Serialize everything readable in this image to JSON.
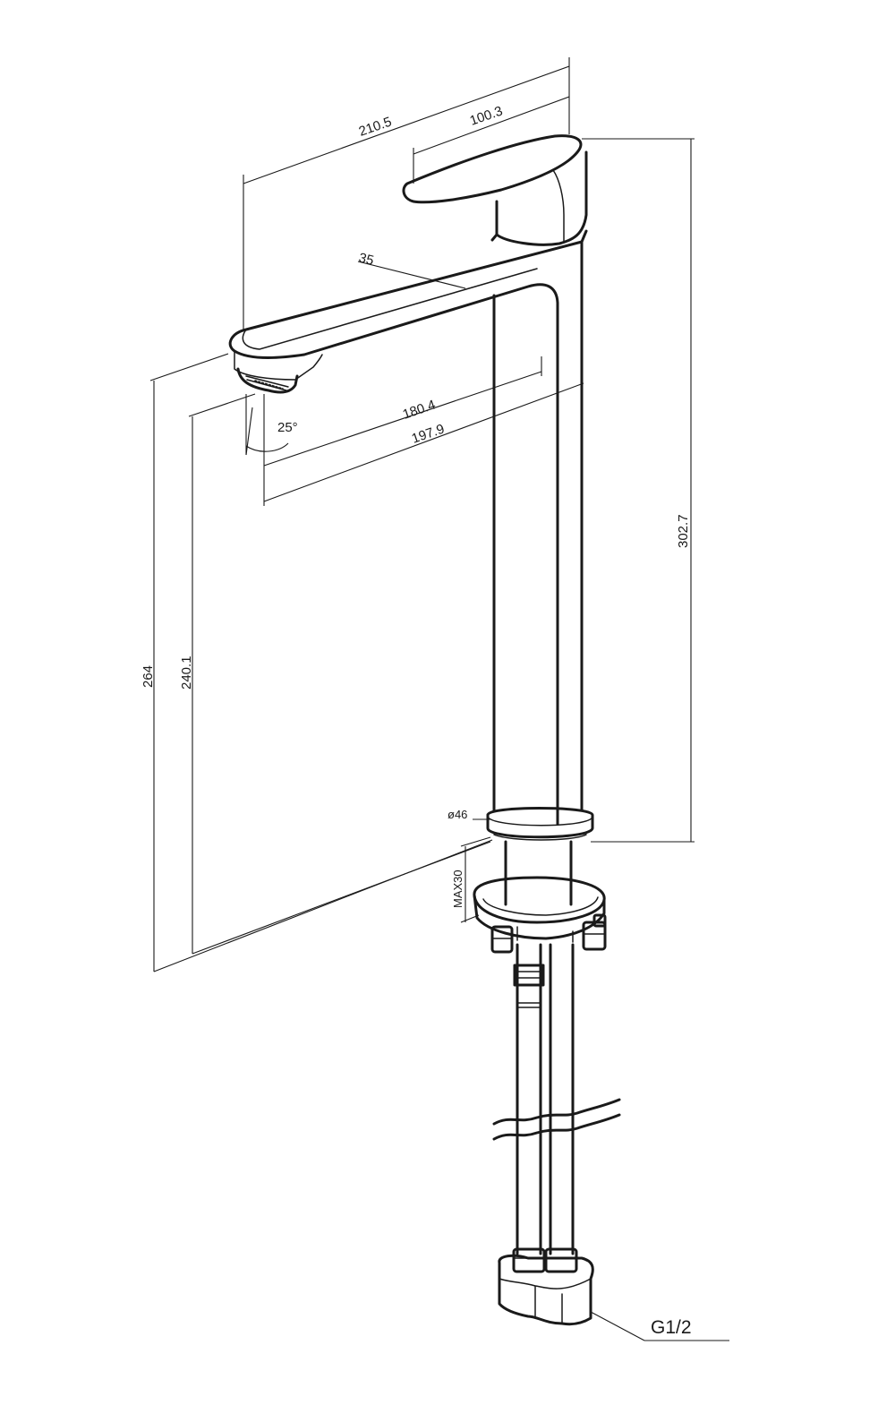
{
  "dimensions": {
    "overall_width": "210.5",
    "lever_width": "100.3",
    "spout_width": "35",
    "reach_inner": "180.4",
    "reach_outer": "197.9",
    "spout_angle": "25°",
    "total_height": "302.7",
    "spout_height": "264",
    "outlet_height": "240.1",
    "base_diameter": "ø46",
    "max_deck_thickness": "MAX30",
    "connection_thread": "G1/2"
  },
  "colors": {
    "line": "#1a1a1a",
    "background": "#ffffff"
  }
}
